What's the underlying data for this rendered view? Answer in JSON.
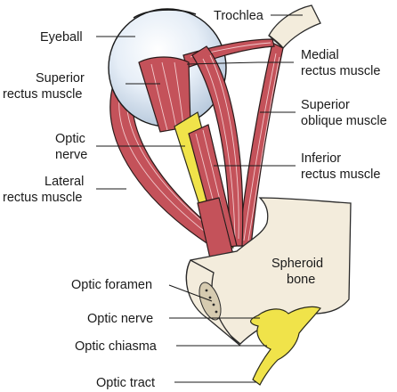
{
  "labels": {
    "eyeball": "Eyeball",
    "trochlea": "Trochlea",
    "superior_rectus_1": "Superior",
    "superior_rectus_2": "rectus muscle",
    "medial_rectus_1": "Medial",
    "medial_rectus_2": "rectus muscle",
    "superior_oblique_1": "Superior",
    "superior_oblique_2": "oblique muscle",
    "optic_nerve_upper_1": "Optic",
    "optic_nerve_upper_2": "nerve",
    "inferior_rectus_1": "Inferior",
    "inferior_rectus_2": "rectus muscle",
    "lateral_rectus_1": "Lateral",
    "lateral_rectus_2": "rectus muscle",
    "spheroid_bone_1": "Spheroid",
    "spheroid_bone_2": "bone",
    "optic_foramen": "Optic foramen",
    "optic_nerve_lower": "Optic nerve",
    "optic_chiasma": "Optic chiasma",
    "optic_tract": "Optic tract"
  },
  "colors": {
    "muscle": "#c4525a",
    "nerve": "#f0e34a",
    "bone": "#f3ecdc",
    "eyeball": "#dfe9f4"
  }
}
